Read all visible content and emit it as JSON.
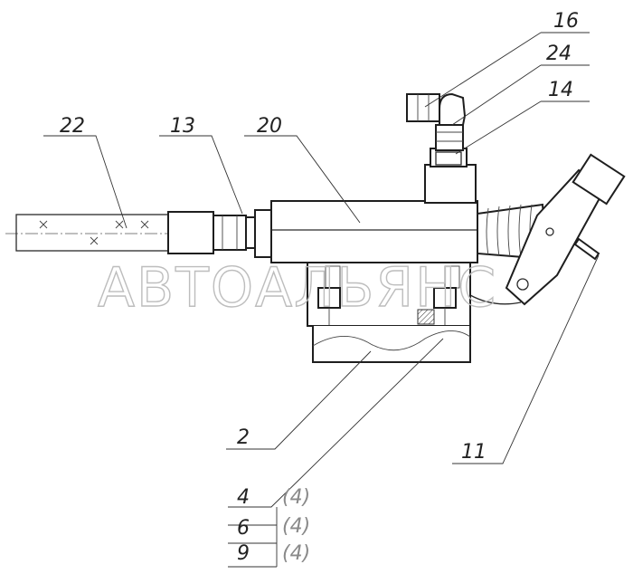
{
  "watermark": "АВТОАЛЬЯНС",
  "callouts": {
    "c16": "16",
    "c24": "24",
    "c14": "14",
    "c22": "22",
    "c13": "13",
    "c20": "20",
    "c2": "2",
    "c11": "11"
  },
  "fasteners": [
    {
      "item": "4",
      "qty": "(4)"
    },
    {
      "item": "6",
      "qty": "(4)"
    },
    {
      "item": "9",
      "qty": "(4)"
    }
  ]
}
